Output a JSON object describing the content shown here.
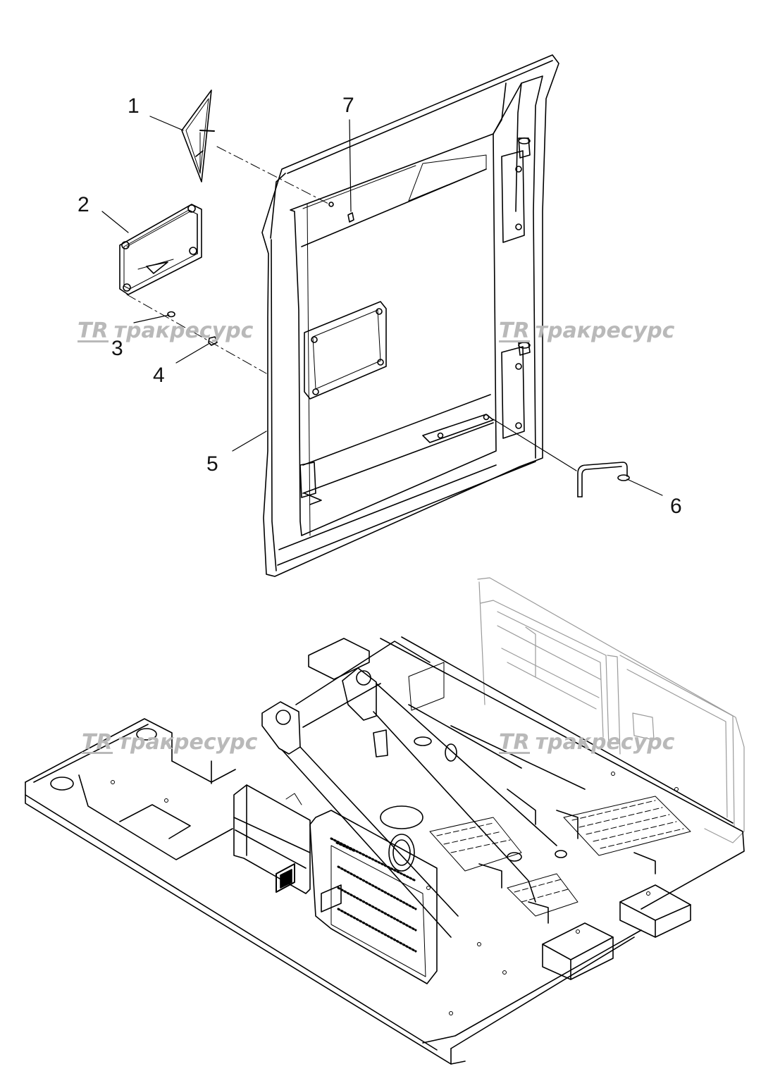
{
  "callouts": [
    {
      "id": "1",
      "label": "1"
    },
    {
      "id": "2",
      "label": "2"
    },
    {
      "id": "3",
      "label": "3"
    },
    {
      "id": "4",
      "label": "4"
    },
    {
      "id": "5",
      "label": "5"
    },
    {
      "id": "6",
      "label": "6"
    },
    {
      "id": "7",
      "label": "7"
    }
  ],
  "watermark": {
    "logo": "TR",
    "text": "тракресурс"
  },
  "colors": {
    "line": "#000000",
    "ghost": "#9a9a9a",
    "watermark": "#b9b9b9"
  }
}
